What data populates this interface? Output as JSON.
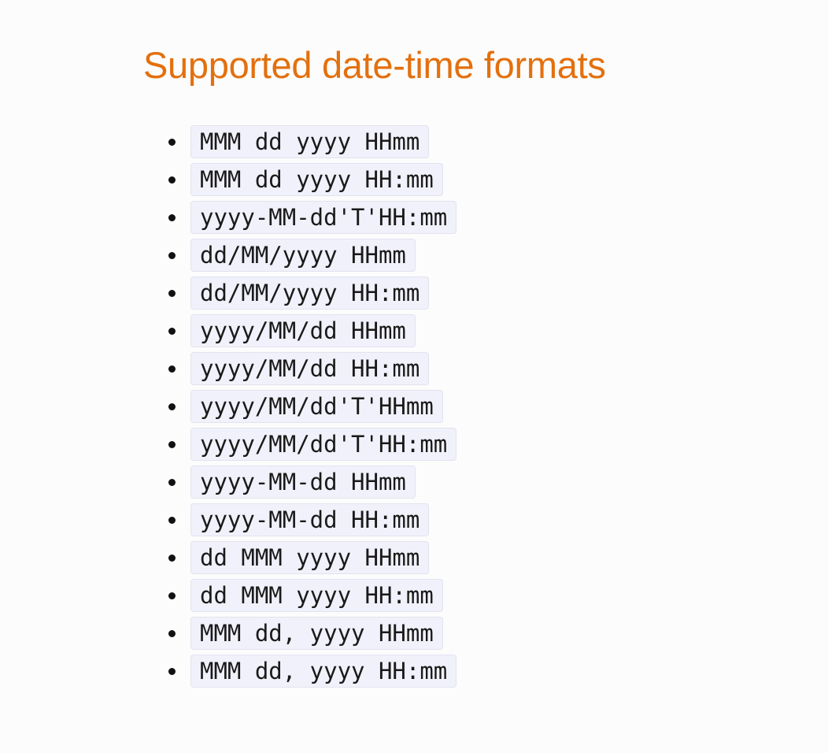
{
  "page": {
    "title": "Supported date-time formats",
    "title_color": "#e3700e",
    "formats": [
      "MMM dd yyyy HHmm",
      "MMM dd yyyy HH:mm",
      "yyyy-MM-dd'T'HH:mm",
      "dd/MM/yyyy HHmm",
      "dd/MM/yyyy HH:mm",
      "yyyy/MM/dd HHmm",
      "yyyy/MM/dd HH:mm",
      "yyyy/MM/dd'T'HHmm",
      "yyyy/MM/dd'T'HH:mm",
      "yyyy-MM-dd HHmm",
      "yyyy-MM-dd HH:mm",
      "dd MMM yyyy HHmm",
      "dd MMM yyyy HH:mm",
      "MMM dd, yyyy HHmm",
      "MMM dd, yyyy HH:mm"
    ]
  }
}
